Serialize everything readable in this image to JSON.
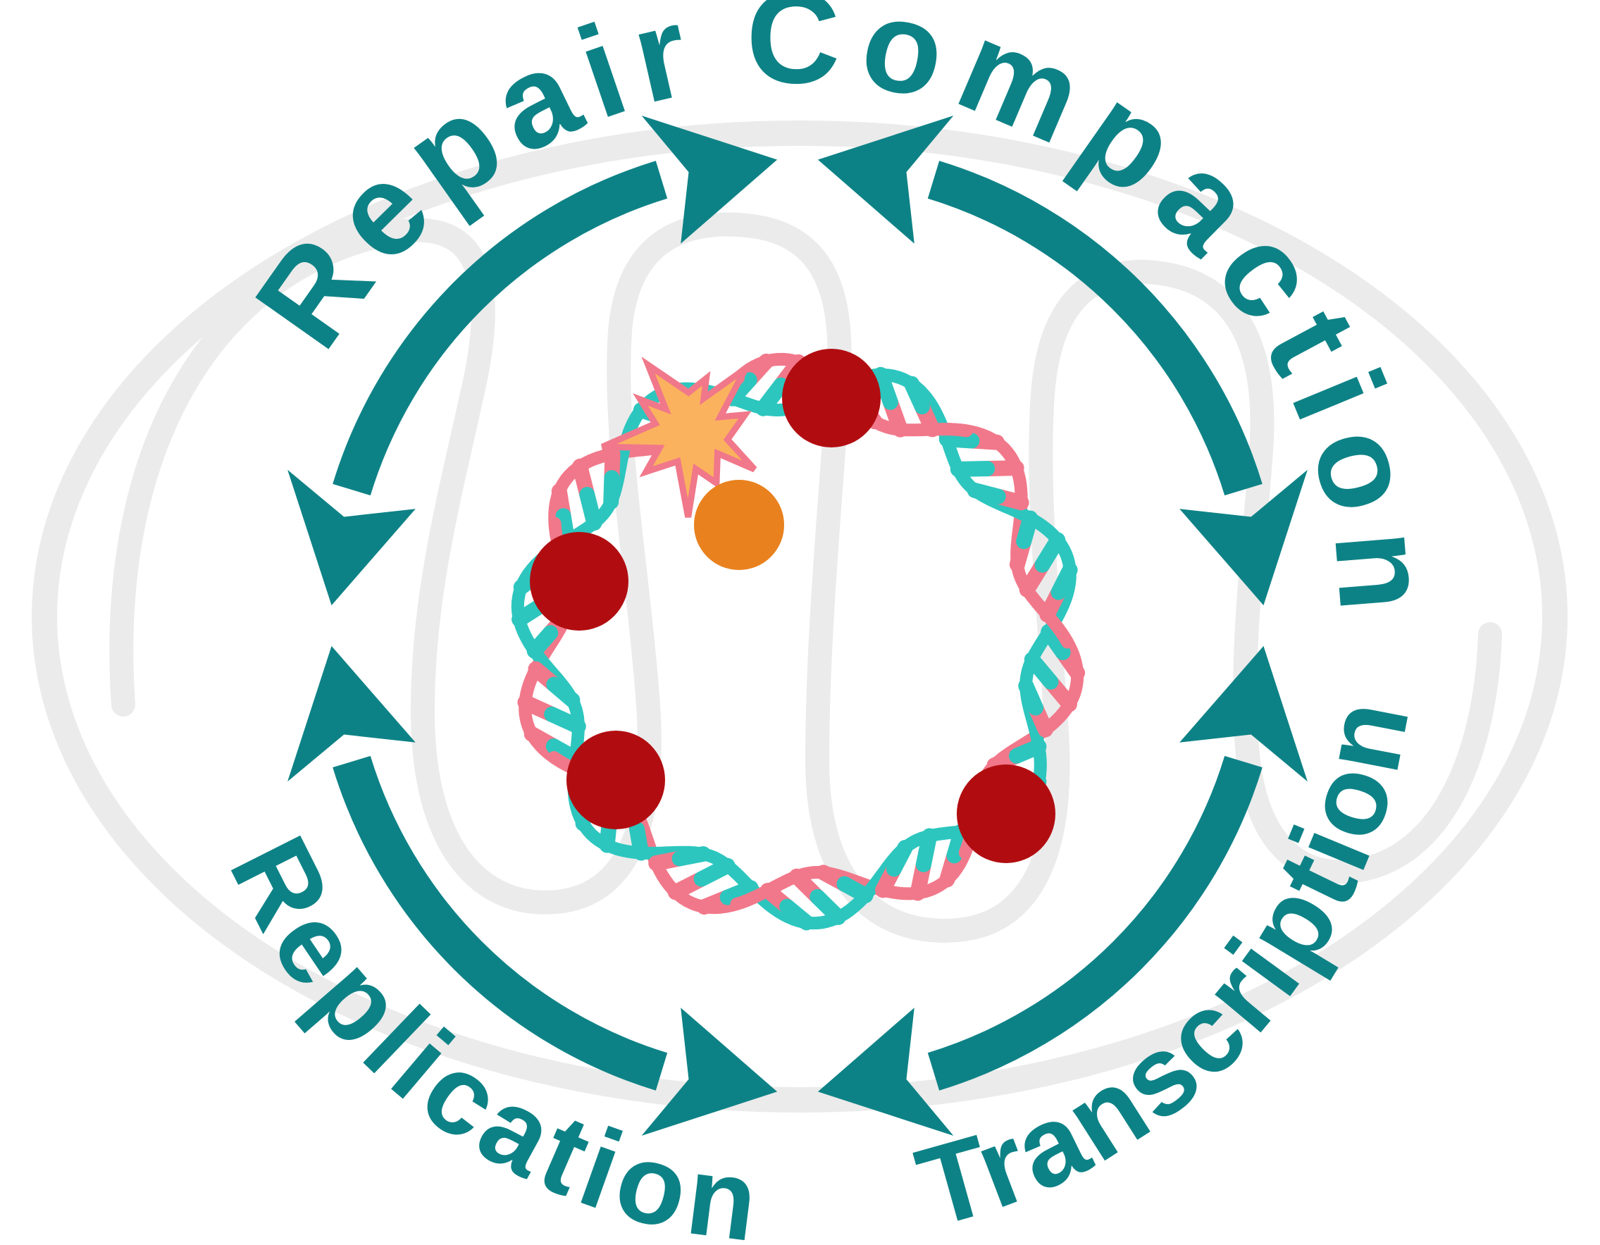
{
  "cycle": {
    "labels": [
      {
        "id": "repair",
        "label": "Repair"
      },
      {
        "id": "compaction",
        "label": "Compaction"
      },
      {
        "id": "transcription",
        "label": "Transcription"
      },
      {
        "id": "replication",
        "label": "Replication"
      }
    ],
    "arc_count": 4,
    "arrow_style": "two converging arrowheads at top, right, bottom and left gaps"
  },
  "center_graphic": {
    "icon": "circular-dna-plasmid",
    "red_protein_count": 4,
    "orange_protein_count": 1,
    "damage_star_icon": "burst-star"
  },
  "background_watermark": {
    "icon": "mitochondrion-outline"
  },
  "colors": {
    "teal": "#0D8286",
    "dna_pink": "#F1788A",
    "dna_teal": "#2CC6BE",
    "protein_red": "#B10D11",
    "protein_orange": "#E8811E",
    "star_fill": "#FBB25E",
    "star_stroke": "#F0788A",
    "mito_gray": "#EBEBEB",
    "background": "#FFFFFF"
  }
}
